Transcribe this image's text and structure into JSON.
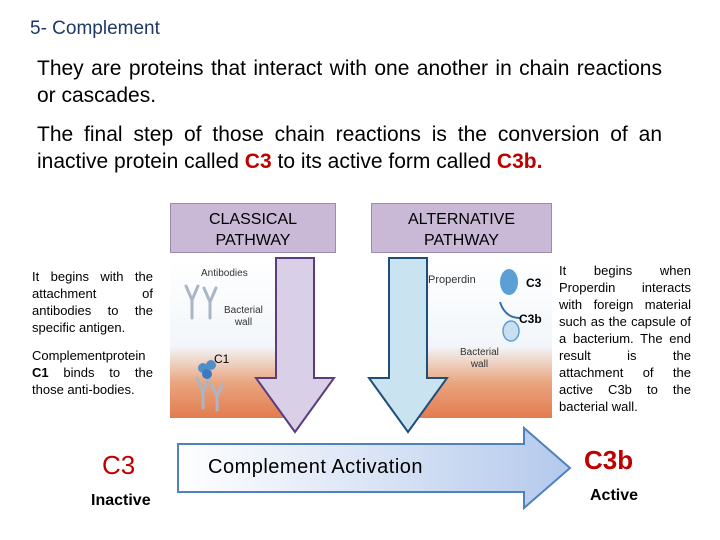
{
  "heading": "5- Complement",
  "intro": {
    "p1": "They are proteins that interact with one another in chain reactions or cascades.",
    "p2_start": "The final step of those chain reactions is the conversion of an inactive protein called ",
    "p2_c3": "C3",
    "p2_mid": " to its active form called ",
    "p2_c3b": "C3b."
  },
  "classical": {
    "title_line1": "CLASSICAL",
    "title_line2": "PATHWAY",
    "desc1": "It begins with the attachment of antibodies to the specific antigen.",
    "desc2_a": "Complementprotein ",
    "desc2_b": "C1",
    "desc2_c": " binds to the those anti-bodies.",
    "labels": {
      "antibodies": "Antibodies",
      "bacterial_wall_l1": "Bacterial",
      "bacterial_wall_l2": "wall",
      "c1": "C1"
    }
  },
  "alternative": {
    "title_line1": "ALTERNATIVE",
    "title_line2": "PATHWAY",
    "desc": "It begins when Properdin interacts with foreign material such as the capsule of a bacterium. The end result is the attachment of the active C3b to the bacterial wall.",
    "labels": {
      "properdin": "Properdin",
      "c3": "C3",
      "c3b": "C3b",
      "bacterial_wall_l1": "Bacterial",
      "bacterial_wall_l2": "wall"
    }
  },
  "bottom": {
    "c3": "C3",
    "inactive": "Inactive",
    "activation": "Complement Activation",
    "c3b": "C3b",
    "active": "Active"
  },
  "colors": {
    "heading": "#1f3864",
    "accent_red": "#c00000",
    "pathway_box": "#c9b8d6",
    "classical_arrow": "#d9cfe6",
    "alternative_arrow": "#c9e3f1",
    "activation_arrow": "#dde8f8"
  }
}
